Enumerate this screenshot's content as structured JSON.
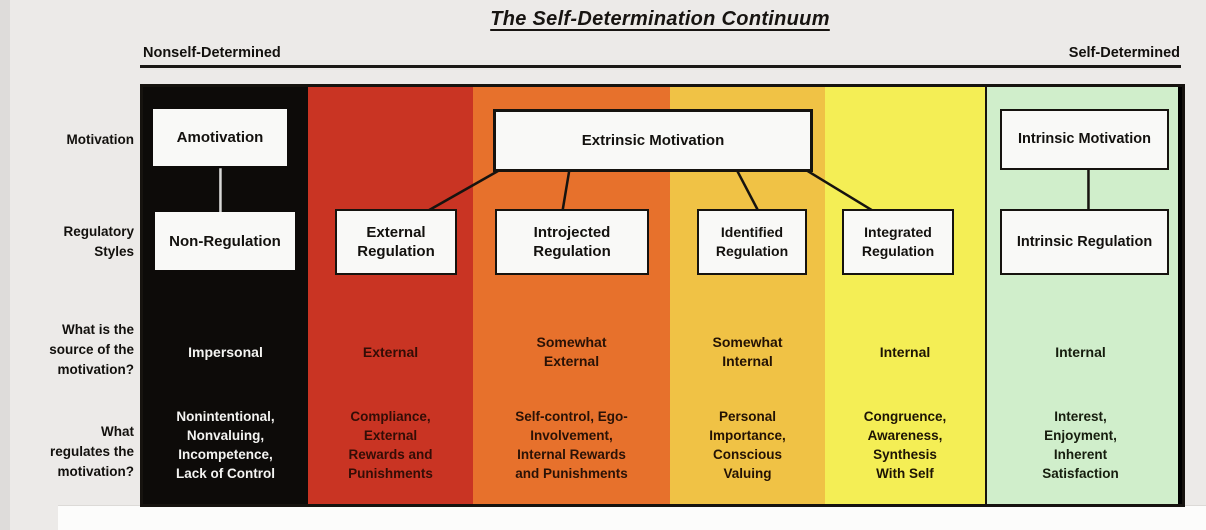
{
  "title": "The Self-Determination Continuum",
  "axis": {
    "left_label": "Nonself-Determined",
    "right_label": "Self-Determined"
  },
  "row_labels": {
    "motivation": "Motivation",
    "regulatory_styles": "Regulatory\nStyles",
    "source": "What is the\nsource of the\nmotivation?",
    "regulates": "What\nregulates the\nmotivation?"
  },
  "motivation_boxes": {
    "amotivation": "Amotivation",
    "extrinsic": "Extrinsic Motivation",
    "intrinsic": "Intrinsic Motivation"
  },
  "colors": {
    "box_fill": "#f9f9f7",
    "box_border": "#16130f",
    "axis_line": "#1b1916"
  },
  "columns": [
    {
      "name": "amotivation",
      "color": "#0d0b09",
      "text_color": "#f4f4f2",
      "regulatory_style": "Non-Regulation",
      "source": "Impersonal",
      "regulates": "Nonintentional,\nNonvaluing,\nIncompetence,\nLack of Control"
    },
    {
      "name": "external-regulation",
      "color": "#c93423",
      "text_color": "#330d06",
      "regulatory_style": "External\nRegulation",
      "source": "External",
      "regulates": "Compliance,\nExternal\nRewards and\nPunishments"
    },
    {
      "name": "introjected-regulation",
      "color": "#e7712c",
      "text_color": "#2a1206",
      "regulatory_style": "Introjected\nRegulation",
      "source": "Somewhat\nExternal",
      "regulates": "Self-control, Ego-\nInvolvement,\nInternal Rewards\nand Punishments"
    },
    {
      "name": "identified-regulation",
      "color": "#f0c245",
      "text_color": "#231204",
      "regulatory_style": "Identified\nRegulation",
      "source": "Somewhat\nInternal",
      "regulates": "Personal\nImportance,\nConscious\nValuing"
    },
    {
      "name": "integrated-regulation",
      "color": "#f4ee55",
      "text_color": "#1d1404",
      "regulatory_style": "Integrated\nRegulation",
      "source": "Internal",
      "regulates": "Congruence,\nAwareness,\nSynthesis\nWith Self"
    },
    {
      "name": "intrinsic-regulation",
      "color": "#d0eecb",
      "text_color": "#161d0e",
      "regulatory_style": "Intrinsic Regulation",
      "source": "Internal",
      "regulates": "Interest,\nEnjoyment,\nInherent\nSatisfaction"
    }
  ]
}
